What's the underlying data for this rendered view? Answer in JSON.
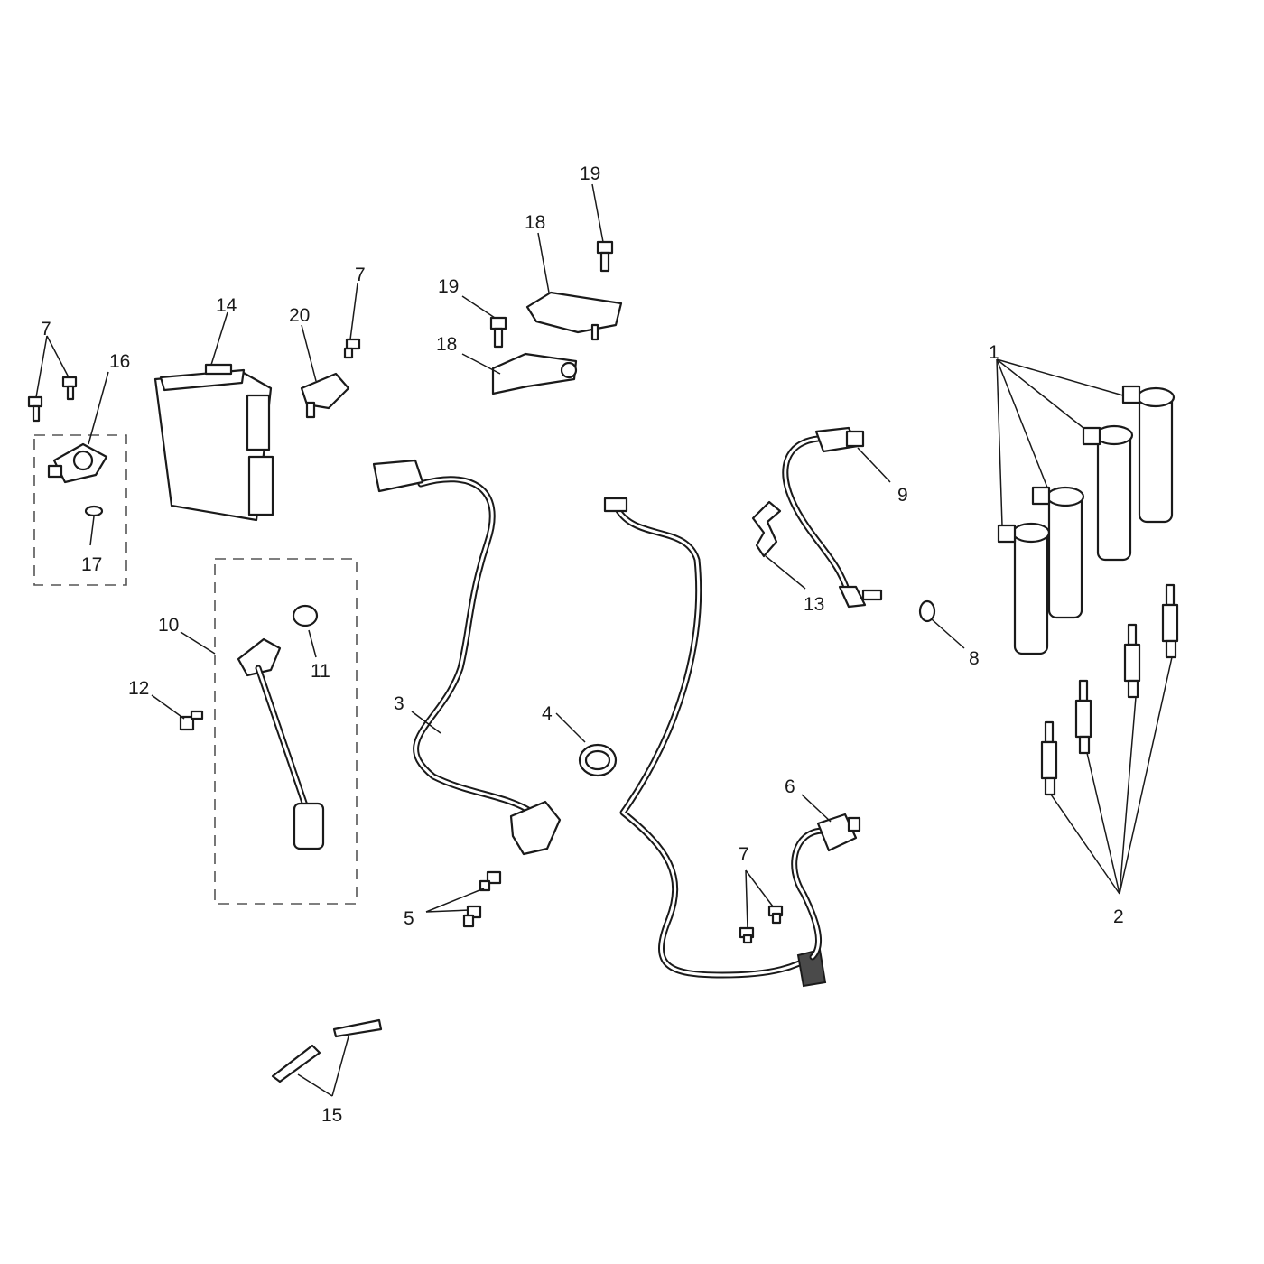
{
  "callouts": {
    "c1": "1",
    "c2": "2",
    "c3": "3",
    "c4": "4",
    "c5": "5",
    "c6": "6",
    "c7a": "7",
    "c7b": "7",
    "c7c": "7",
    "c8": "8",
    "c9": "9",
    "c10": "10",
    "c11": "11",
    "c12": "12",
    "c13": "13",
    "c14": "14",
    "c15": "15",
    "c16": "16",
    "c17": "17",
    "c18a": "18",
    "c18b": "18",
    "c19a": "19",
    "c19b": "19",
    "c20": "20"
  },
  "colors": {
    "line": "#1a1a1a",
    "background": "#ffffff"
  }
}
